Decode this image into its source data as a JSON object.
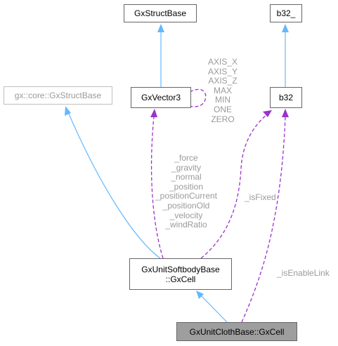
{
  "nodes": {
    "gxstructbase": "GxStructBase",
    "b32_": "b32_",
    "core_structbase": "gx::core::GxStructBase",
    "gxvector3": "GxVector3",
    "b32": "b32",
    "softbody_line1": "GxUnitSoftbodyBase",
    "softbody_line2": "::GxCell",
    "cloth": "GxUnitClothBase::GxCell"
  },
  "labels": {
    "self_members": [
      "AXIS_X",
      "AXIS_Y",
      "AXIS_Z",
      "MAX",
      "MIN",
      "ONE",
      "ZERO"
    ],
    "vector_members": [
      "_force",
      "_gravity",
      "_normal",
      "_position",
      "_positionCurrent",
      "_positionOld",
      "_velocity",
      "_windRatio"
    ],
    "isfixed": "_isFixed",
    "isenablelink": "_isEnableLink"
  },
  "colors": {
    "inherit": "#63b8ff",
    "usage": "#9a32cd",
    "label": "#9a9a9a"
  }
}
